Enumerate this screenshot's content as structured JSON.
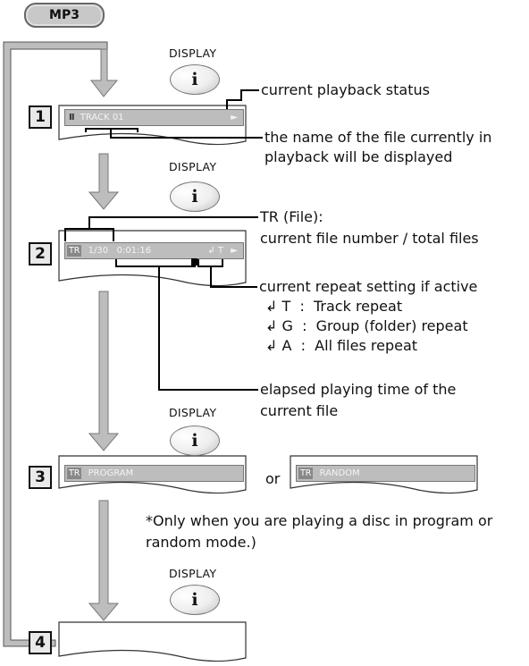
{
  "header": {
    "mode_label": "MP3"
  },
  "display_label": "DISPLAY",
  "info_symbol": "i",
  "steps": {
    "s1": {
      "number": "1",
      "screen_text": "TRACK 01",
      "annotations": {
        "status": "current playback status",
        "name_line1": "the name of the file currently in",
        "name_line2": "playback will be displayed"
      }
    },
    "s2": {
      "number": "2",
      "tr_chip": "TR",
      "screen_text": "1/30   0:01:16",
      "repeat_indicator": "↲ T",
      "annotations": {
        "tr_line1": "TR (File):",
        "tr_line2": "current file number / total files",
        "repeat_title": "current repeat setting if active",
        "repeat_options": [
          "↲ T  :  Track repeat",
          "↲ G  :  Group (folder) repeat",
          "↲ A  :  All files repeat"
        ],
        "elapsed_line1": "elapsed playing time of the",
        "elapsed_line2": "current file"
      }
    },
    "s3": {
      "number": "3",
      "screen_a": {
        "chip": "TR",
        "text": "PROGRAM"
      },
      "or_text": "or",
      "screen_b": {
        "chip": "TR",
        "text": "RANDOM"
      },
      "note_line1": "*Only when you are playing a disc in program or",
      "note_line2": "random mode.)"
    },
    "s4": {
      "number": "4"
    }
  }
}
